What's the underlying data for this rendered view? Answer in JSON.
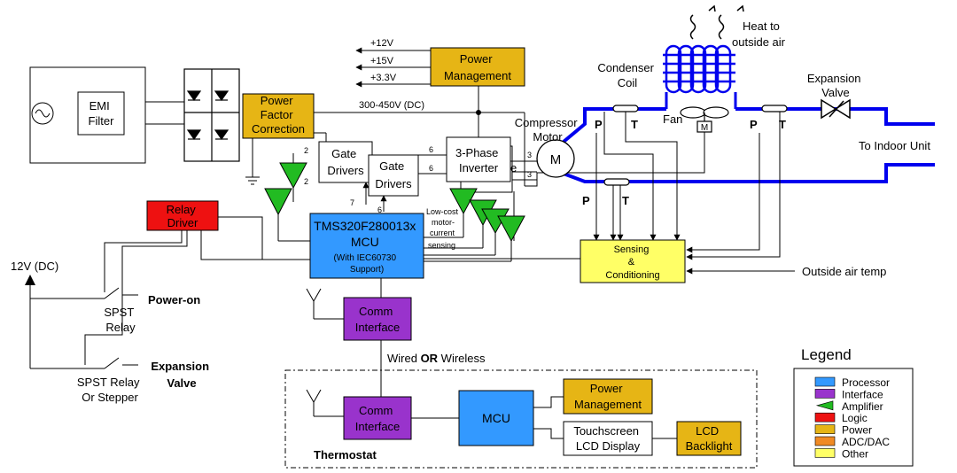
{
  "colors": {
    "processor": "#3399ff",
    "interface": "#9933cc",
    "amplifier": "#22bb22",
    "logic": "#ee1111",
    "power": "#e6b515",
    "adc_dac": "#f08a24",
    "other": "#ffff66",
    "refrigerant_line": "#0000ee"
  },
  "power_rails": {
    "rail_12v": "+12V",
    "rail_15v": "+15V",
    "rail_3v3": "+3.3V",
    "dc_bus": "300-450V (DC)"
  },
  "blocks": {
    "emi_filter": [
      "EMI",
      "Filter"
    ],
    "pfc": [
      "Power",
      "Factor",
      "Correction"
    ],
    "power_management_top": [
      "Power",
      "Management"
    ],
    "gate_drivers_1": [
      "Gate",
      "Drivers"
    ],
    "gate_drivers_2": [
      "Gate",
      "Drivers"
    ],
    "inverter": [
      "3-Phase",
      "Inverter"
    ],
    "inverter_hidden_letter": "e",
    "mcu_main": [
      "TMS320F280013x",
      "MCU",
      "(With IEC60730",
      "Support)"
    ],
    "relay_driver": [
      "Relay",
      "Driver"
    ],
    "comm_interface_top": [
      "Comm",
      "Interface"
    ],
    "sensing": [
      "Sensing",
      "&",
      "Conditioning"
    ],
    "comm_interface_thermo": [
      "Comm",
      "Interface"
    ],
    "mcu_thermo": "MCU",
    "power_management_thermo": [
      "Power",
      "Management"
    ],
    "touchscreen": [
      "Touchscreen",
      "LCD Display"
    ],
    "lcd_backlight": [
      "LCD",
      "Backlight"
    ]
  },
  "labels": {
    "motor_symbol": "M",
    "fan_motor": "M",
    "heat_to_outside": [
      "Heat to",
      "outside air"
    ],
    "condenser_coil": [
      "Condenser",
      "Coil"
    ],
    "expansion_valve_top": [
      "Expansion",
      "Valve"
    ],
    "compressor_motor": [
      "Compressor",
      "Motor"
    ],
    "fan": "Fan",
    "to_indoor_unit": "To Indoor Unit",
    "outside_air_temp": "Outside air temp",
    "low_cost_sensing": [
      "Low-cost",
      "motor-",
      "current",
      "sensing"
    ],
    "supply_12v": "12V (DC)",
    "power_on": "Power-on",
    "spst_relay": [
      "SPST",
      "Relay"
    ],
    "spst_relay_stepper": [
      "SPST Relay",
      "Or Stepper"
    ],
    "expansion_valve_bottom": [
      "Expansion",
      "Valve"
    ],
    "wired_or_wireless": [
      "Wired ",
      "OR",
      " Wireless"
    ],
    "thermostat": "Thermostat",
    "sensor_p": "P",
    "sensor_t": "T",
    "bus_2": "2",
    "bus_3": "3",
    "bus_6": "6",
    "bus_7": "7"
  },
  "legend": {
    "title": "Legend",
    "items": [
      {
        "label": "Processor",
        "color": "#3399ff"
      },
      {
        "label": "Interface",
        "color": "#9933cc"
      },
      {
        "label": "Amplifier",
        "color": "#22bb22"
      },
      {
        "label": "Logic",
        "color": "#ee1111"
      },
      {
        "label": "Power",
        "color": "#e6b515"
      },
      {
        "label": "ADC/DAC",
        "color": "#f08a24"
      },
      {
        "label": "Other",
        "color": "#ffff66"
      }
    ]
  }
}
